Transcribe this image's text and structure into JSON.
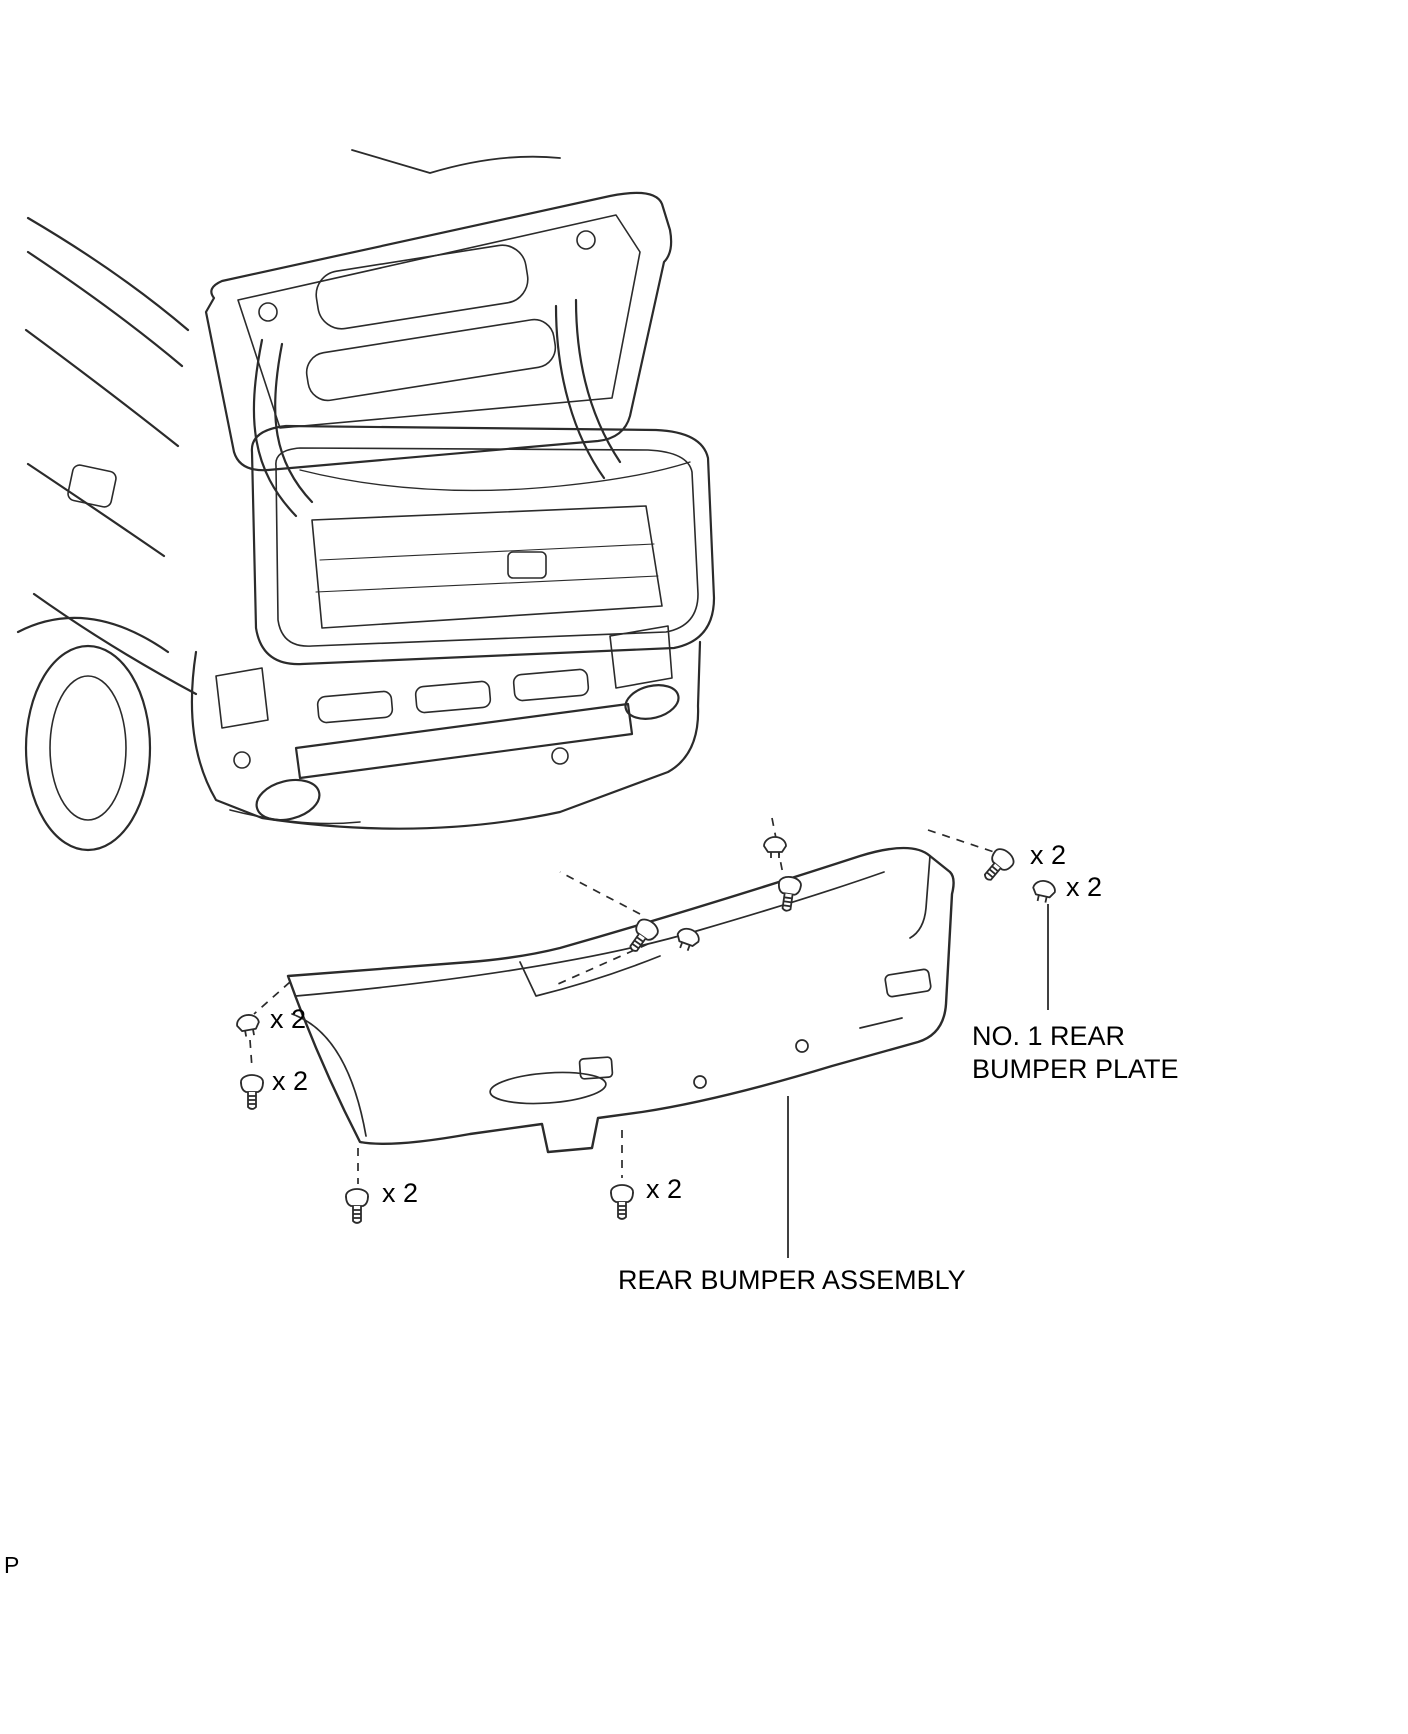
{
  "document": {
    "background": "#ffffff",
    "line_color": "#2b2b2b",
    "corner_mark": "P"
  },
  "part_labels": {
    "bumper_plate": "NO. 1 REAR\nBUMPER PLATE",
    "bumper_assembly": "REAR BUMPER ASSEMBLY"
  },
  "fastener_callouts": [
    {
      "fastener": "screw-top-right",
      "quantity_label": "x 2"
    },
    {
      "fastener": "clip-top-right",
      "quantity_label": "x 2"
    },
    {
      "fastener": "clip-left",
      "quantity_label": "x 2"
    },
    {
      "fastener": "screw-left",
      "quantity_label": "x 2"
    },
    {
      "fastener": "screw-bottom-left",
      "quantity_label": "x 2"
    },
    {
      "fastener": "screw-bottom-center",
      "quantity_label": "x 2"
    }
  ]
}
